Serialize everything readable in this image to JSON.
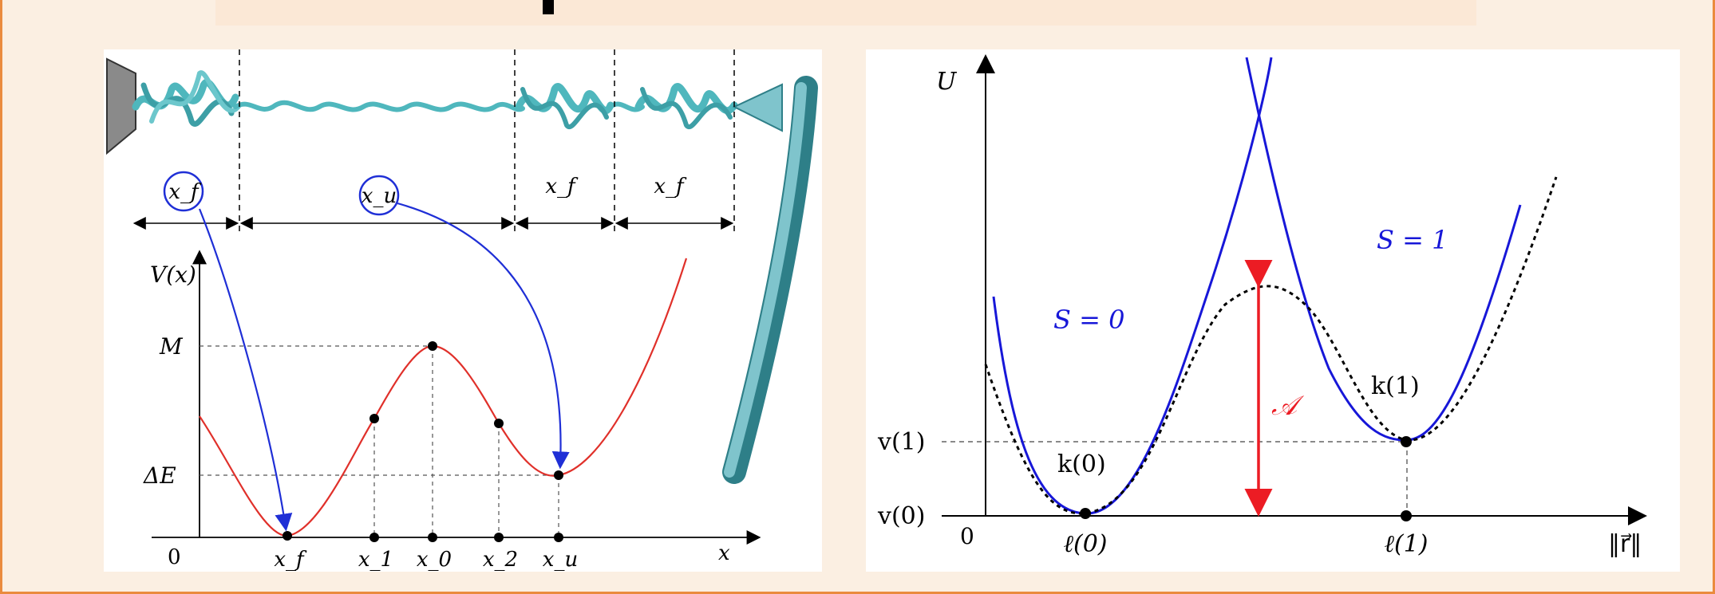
{
  "colors": {
    "frame": "#ea8b3e",
    "background": "#fbefe2",
    "potential": "#e0302a",
    "arrows": "#1f2fd6",
    "protein": "#4fb7bd",
    "curve_blue": "#1717d8",
    "barrier_arrow": "#ec1c24"
  },
  "left": {
    "segment_labels": [
      "x_f",
      "x_u",
      "x_f",
      "x_f"
    ],
    "y_axis_label": "V(x)",
    "y_ticks": [
      "M",
      "ΔE"
    ],
    "origin_label": "0",
    "x_labels": [
      "x_f",
      "x_1",
      "x_0",
      "x_2",
      "x_u"
    ],
    "x_axis_label": "x",
    "icons": [
      "protein-chain-icon",
      "afm-cantilever-icon",
      "surface-anchor-icon"
    ]
  },
  "right": {
    "y_axis_label": "U",
    "x_axis_label": "‖r⃗‖",
    "origin_label": "0",
    "state_labels": [
      "S = 0",
      "S = 1"
    ],
    "barrier_label": "𝒜",
    "stiffness_labels": [
      "k(0)",
      "k(1)"
    ],
    "level_labels": [
      "v(1)",
      "v(0)"
    ],
    "x_ticks": [
      "ℓ(0)",
      "ℓ(1)"
    ]
  }
}
